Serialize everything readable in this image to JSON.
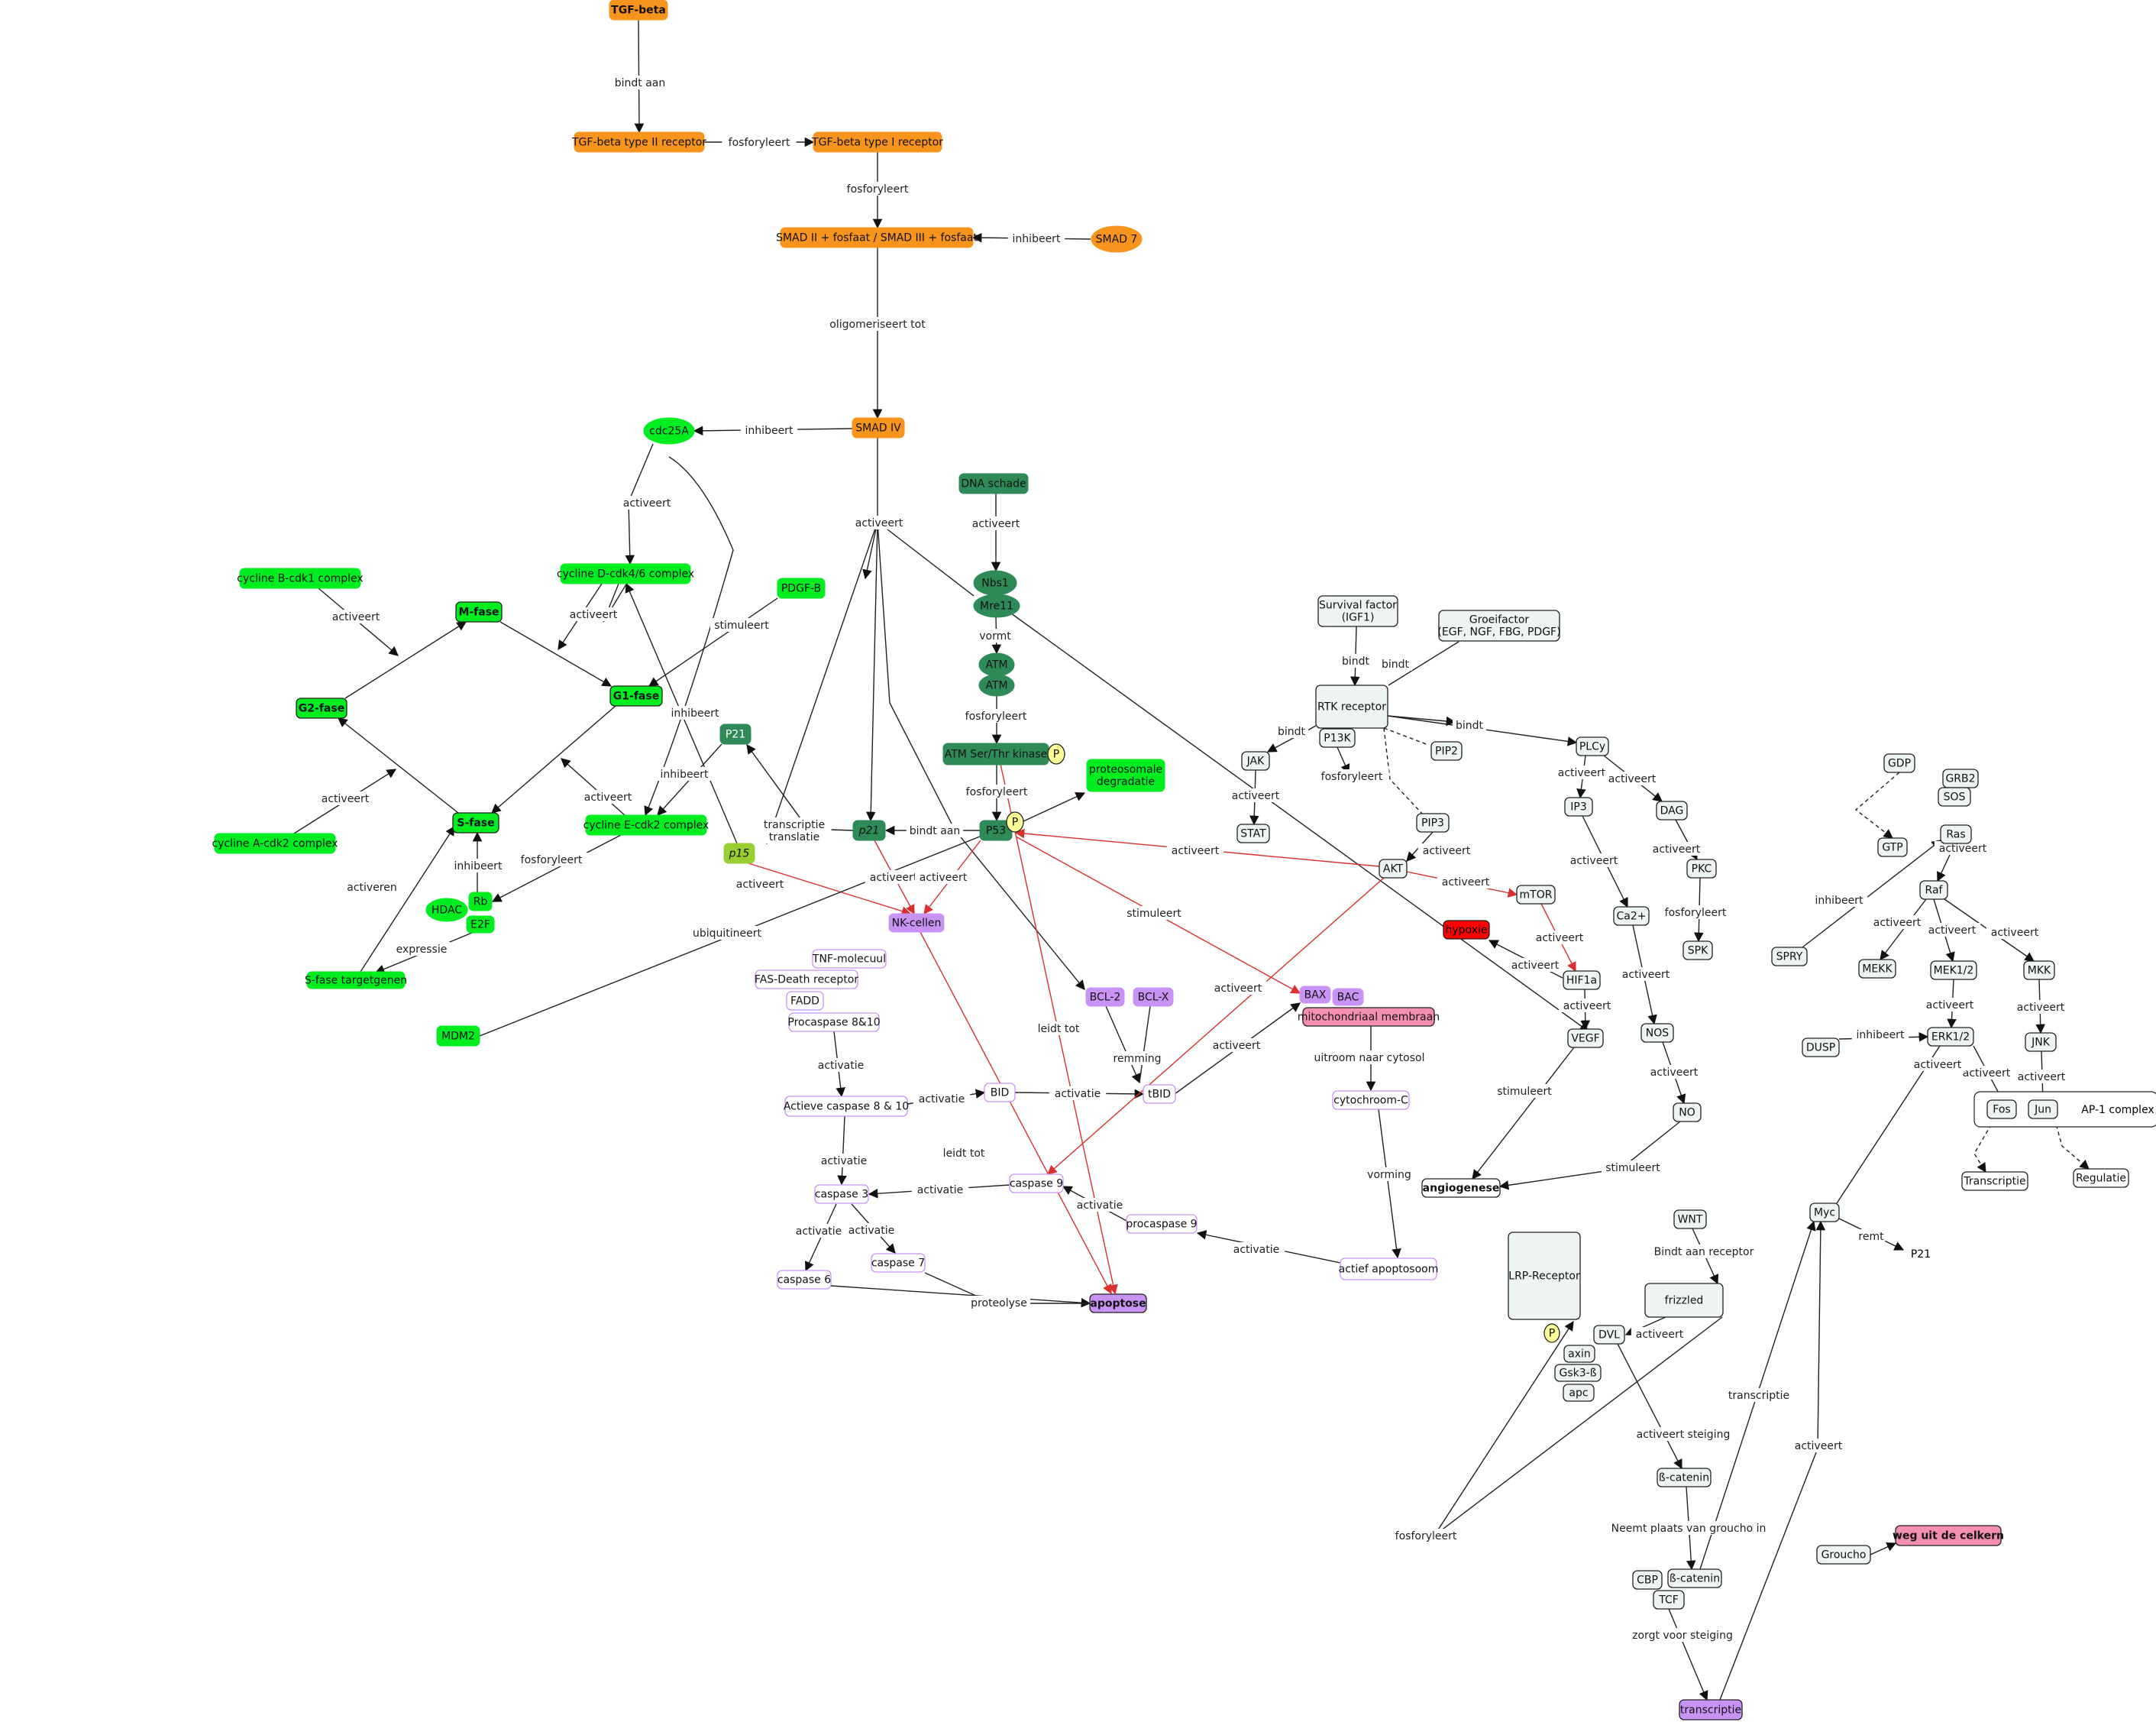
{
  "colors": {
    "orange": "#f7941d",
    "green": "#00ee1f",
    "dark_green": "#2e8b57",
    "olive": "#9acd32",
    "purple": "#c993f5",
    "pink": "#f48fb1",
    "red": "#ff0000",
    "gray_fill": "#eef3f3",
    "white": "#ffffff",
    "yellow": "#ffff99",
    "line_black": "#222222",
    "line_red": "#d93030"
  },
  "nodes": {
    "tgfbeta": "TGF-beta",
    "tgf2": "TGF-beta type II receptor",
    "tgf1": "TGF-beta type I receptor",
    "smad23": "SMAD II + fosfaat / SMAD III + fosfaat",
    "smad7": "SMAD 7",
    "smad4": "SMAD IV",
    "cdc25a": "cdc25A",
    "cyclineD": "cycline D-cdk4/6 complex",
    "cyclineB": "cycline B-cdk1 complex",
    "mfase": "M-fase",
    "g2fase": "G2-fase",
    "g1fase": "G1-fase",
    "sfase": "S-fase",
    "cyclineA": "cycline A-cdk2 complex",
    "cyclineE": "cycline E-cdk2 complex",
    "pdgfb": "PDGF-B",
    "p21top": "P21",
    "p21": "p21",
    "p15": "p15",
    "rb": "Rb",
    "hdac": "HDAC",
    "e2f": "E2F",
    "sfasetarget": "S-fase targetgenen",
    "mdm2": "MDM2",
    "dnaschade": "DNA schade",
    "nbs1": "Nbs1",
    "mre11": "Mre11",
    "atm1": "ATM",
    "atm2": "ATM",
    "atmkinase": "ATM Ser/Thr kinase",
    "p53": "P53",
    "proteosomale": "proteosomale\ndegradatie",
    "nkcellen": "NK-cellen",
    "tnf": "TNF-molecuul",
    "fas": "FAS-Death receptor",
    "fadd": "FADD",
    "procasp810": "Procaspase 8&10",
    "actcasp810": "Actieve caspase 8 & 10",
    "bid": "BID",
    "tbid": "tBID",
    "bcl2": "BCL-2",
    "bclx": "BCL-X",
    "bax": "BAX",
    "bac": "BAC",
    "mito": "mitochondriaal membraan",
    "cytc": "cytochroom-C",
    "apoptosoom": "actief apoptosoom",
    "procasp9": "procaspase 9",
    "casp9": "caspase 9",
    "casp3": "caspase 3",
    "casp6": "caspase 6",
    "casp7": "caspase 7",
    "apoptose": "apoptose",
    "survival": "Survival factor\n(IGF1)",
    "groeifactor": "Groeifactor\n(EGF, NGF, FBG, PDGF)",
    "rtk": "RTK receptor",
    "jak": "JAK",
    "stat": "STAT",
    "p13k": "P13K",
    "pip2": "PIP2",
    "pip3": "PIP3",
    "akt": "AKT",
    "mtor": "mTOR",
    "hypoxie": "hypoxie",
    "hif1a": "HIF1a",
    "vegf": "VEGF",
    "angiogenese": "angiogenese",
    "plcy": "PLCy",
    "ip3": "IP3",
    "dag": "DAG",
    "pkc": "PKC",
    "spk": "SPK",
    "ca2": "Ca2+",
    "nos": "NOS",
    "no": "NO",
    "gdp": "GDP",
    "gtp": "GTP",
    "grb2": "GRB2",
    "sos": "SOS",
    "ras": "Ras",
    "spry": "SPRY",
    "raf": "Raf",
    "mekk": "MEKK",
    "mek12": "MEK1/2",
    "mkk": "MKK",
    "dusp": "DUSP",
    "erk12": "ERK1/2",
    "jnk": "JNK",
    "fos": "Fos",
    "jun": "Jun",
    "ap1": "AP-1 complex",
    "transcriptie_ap": "Transcriptie",
    "regulatie": "Regulatie",
    "myc": "Myc",
    "p21right": "P21",
    "wnt": "WNT",
    "frizzled": "frizzled",
    "lrp": "LRP-Receptor",
    "dvl": "DVL",
    "axin": "axin",
    "gsk": "Gsk3-ß",
    "apc": "apc",
    "bcatenin1": "ß-catenin",
    "bcatenin2": "ß-catenin",
    "cbp": "CBP",
    "tcf": "TCF",
    "transcriptie": "transcriptie",
    "groucho": "Groucho",
    "weguit": "weg uit de celkern",
    "p_atm": "P",
    "p_p53": "P",
    "p_lrp": "P"
  },
  "edge_labels": {
    "bindtaan": "bindt aan",
    "fosforyleert1": "fosforyleert",
    "fosforyleert2": "fosforyleert",
    "inhibeert_smad7": "inhibeert",
    "oligomeriseert": "oligomeriseert tot",
    "inhibeert_cdc": "inhibeert",
    "activeert_smad4": "activeert",
    "activeert_cdc": "activeert",
    "activeert_cycB": "activeert",
    "activeert_cycD": "activeert",
    "stimuleert_pdgf": "stimuleert",
    "inhibeert_p15": "inhibeert",
    "inhibeert_p21": "inhibeert",
    "activeert_cycE": "activeert",
    "activeert_cycA": "activeert",
    "inhibeert_rb": "inhibeert",
    "fosforyleert_rb": "fosforyleert",
    "expressie": "expressie",
    "activeren": "activeren",
    "transcriptie_translatie": "transcriptie\ntranslatie",
    "bindtaan_p21": "bindt aan",
    "activeert_p15": "activeert",
    "ubiquitineert": "ubiquitineert",
    "activeert_dna": "activeert",
    "vormt": "vormt",
    "fosforyleert_atm": "fosforyleert",
    "fosforyleert_p53": "fosforyleert",
    "activeert_nk1": "activeert",
    "activeert_nk2": "activeert",
    "leidt_tot1": "leidt tot",
    "leidt_tot2": "leidt tot",
    "activeert_akt_p53": "activeert",
    "stimuleert_bax": "stimuleert",
    "remming": "remming",
    "activeert_tbid": "activeert",
    "uitroom": "uitroom naar cytosol",
    "vorming": "vorming",
    "activatie_apo": "activatie",
    "activatie_p9": "activatie",
    "activatie_c9": "activatie",
    "activatie_fas": "activatie",
    "activatie_bid": "activatie",
    "activatie_tbid": "activatie",
    "activatie_c3": "activatie",
    "activatie_c6": "activatie",
    "activatie_c7": "activatie",
    "proteolyse": "proteolyse",
    "activeert_akt_c9": "activeert",
    "bindt_survival": "bindt",
    "bindt_groei": "bindt",
    "bindt_jak": "bindt",
    "bindt_plcy": "bindt",
    "activeert_stat": "activeert",
    "fosforyleert_p13k": "fosforyleert",
    "activeert_akt": "activeert",
    "activeert_mtor": "activeert",
    "activeert_hif": "activeert",
    "activeert_hypoxie": "activeert",
    "activeert_vegf": "activeert",
    "stimuleert_angio": "stimuleert",
    "activeert_ip3": "activeert",
    "activeert_dag": "activeert",
    "activeert_pkc": "activeert",
    "fosforyleert_spk": "fosforyleert",
    "activeert_ca": "activeert",
    "activeert_nos": "activeert",
    "activeert_no": "activeert",
    "stimuleert_no": "stimuleert",
    "activeert_ras": "activeert",
    "inhibeert_spry": "inhibeert",
    "activeert_mekk": "activeert",
    "activeert_mek": "activeert",
    "activeert_mkk": "activeert",
    "activeert_erk": "activeert",
    "inhibeert_dusp": "inhibeert",
    "activeert_jnk": "activeert",
    "activeert_fos": "activeert",
    "activeert_jun": "activeert",
    "activeert_myc": "activeert",
    "remt": "remt",
    "bindt_wnt": "Bindt aan receptor",
    "activeert_dvl": "activeert",
    "activeert_steiging": "activeert steiging",
    "neemt_plaats": "Neemt plaats van groucho in",
    "zorgt": "zorgt voor steiging",
    "transcriptie_myc": "transcriptie",
    "activeert_trans": "activeert",
    "fosforyleert_lrp": "fosforyleert"
  }
}
